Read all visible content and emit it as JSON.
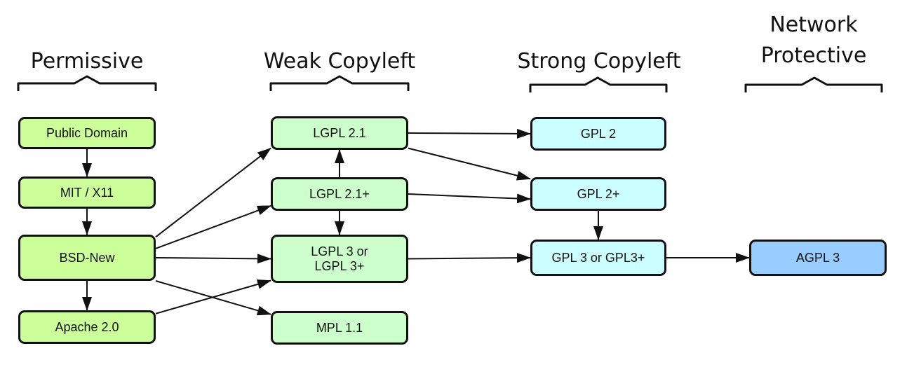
{
  "headings": {
    "permissive": "Permissive",
    "weak_copyleft": "Weak Copyleft",
    "strong_copyleft": "Strong Copyleft",
    "network_protective_line1": "Network",
    "network_protective_line2": "Protective"
  },
  "nodes": {
    "public_domain": "Public Domain",
    "mit_x11": "MIT / X11",
    "bsd_new": "BSD-New",
    "apache_2": "Apache 2.0",
    "lgpl_21": "LGPL 2.1",
    "lgpl_21_plus": "LGPL 2.1+",
    "lgpl_3": "LGPL 3 or\nLGPL 3+",
    "mpl_11": "MPL 1.1",
    "gpl_2": "GPL 2",
    "gpl_2_plus": "GPL 2+",
    "gpl_3": "GPL 3 or GPL3+",
    "agpl_3": "AGPL 3"
  },
  "colors": {
    "permissive": "#ccff99",
    "weak_copyleft": "#ccffcc",
    "strong_copyleft": "#ccffff",
    "network_protective": "#99ccff",
    "stroke": "#111111"
  },
  "edges": [
    [
      "public_domain",
      "mit_x11"
    ],
    [
      "mit_x11",
      "bsd_new"
    ],
    [
      "bsd_new",
      "apache_2"
    ],
    [
      "bsd_new",
      "lgpl_21"
    ],
    [
      "bsd_new",
      "lgpl_21_plus"
    ],
    [
      "bsd_new",
      "lgpl_3"
    ],
    [
      "bsd_new",
      "mpl_11"
    ],
    [
      "apache_2",
      "lgpl_3"
    ],
    [
      "lgpl_21_plus",
      "lgpl_21"
    ],
    [
      "lgpl_21_plus",
      "lgpl_3"
    ],
    [
      "lgpl_21",
      "gpl_2"
    ],
    [
      "lgpl_21",
      "gpl_2_plus"
    ],
    [
      "lgpl_21_plus",
      "gpl_2_plus"
    ],
    [
      "gpl_2_plus",
      "gpl_3"
    ],
    [
      "lgpl_3",
      "gpl_3"
    ],
    [
      "gpl_3",
      "agpl_3"
    ]
  ]
}
